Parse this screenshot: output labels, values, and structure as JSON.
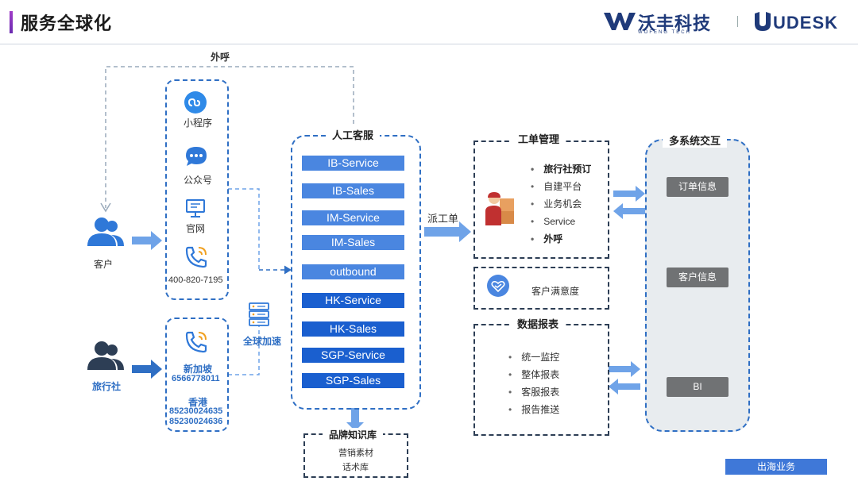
{
  "header": {
    "title": "服务全球化",
    "brand_cn": "沃丰科技",
    "brand_en": "WOFENG TECH",
    "brand_udesk": "UDESK"
  },
  "flow": {
    "outbound_call_label": "外呼",
    "dispatch_label": "派工单",
    "global_accel_label": "全球加速"
  },
  "customers": {
    "customer_label": "客户",
    "agency_label": "旅行社"
  },
  "channels": {
    "mini_program": "小程序",
    "official_account": "公众号",
    "website": "官网",
    "hotline": "400-820-7195"
  },
  "agency_lines": {
    "singapore_label": "新加坡",
    "singapore_number": "6566778011",
    "hongkong_label": "香港",
    "hongkong_number_1": "85230024635",
    "hongkong_number_2": "85230024636"
  },
  "manual_service": {
    "title": "人工客服",
    "buttons": [
      "IB-Service",
      "IB-Sales",
      "IM-Service",
      "IM-Sales",
      "outbound",
      "HK-Service",
      "HK-Sales",
      "SGP-Service",
      "SGP-Sales"
    ]
  },
  "knowledge_base": {
    "title": "品牌知识库",
    "items": [
      "营销素材",
      "话术库"
    ]
  },
  "work_order": {
    "title": "工单管理",
    "items": [
      "旅行社预订",
      "自建平台",
      "业务机会",
      "Service",
      "外呼"
    ]
  },
  "satisfaction": {
    "label": "客户满意度"
  },
  "reports": {
    "title": "数据报表",
    "items": [
      "统一监控",
      "整体报表",
      "客服报表",
      "报告推送"
    ]
  },
  "systems": {
    "title": "多系统交互",
    "order_info": "订单信息",
    "customer_info": "客户信息",
    "bi": "BI"
  },
  "footer": {
    "label": "出海业务"
  },
  "colors": {
    "accent": "#2f6fc4",
    "arrow": "#6fa3e8",
    "dark_button": "#1a5fcf",
    "light_button": "#4a86e0",
    "system_button": "#707274"
  }
}
